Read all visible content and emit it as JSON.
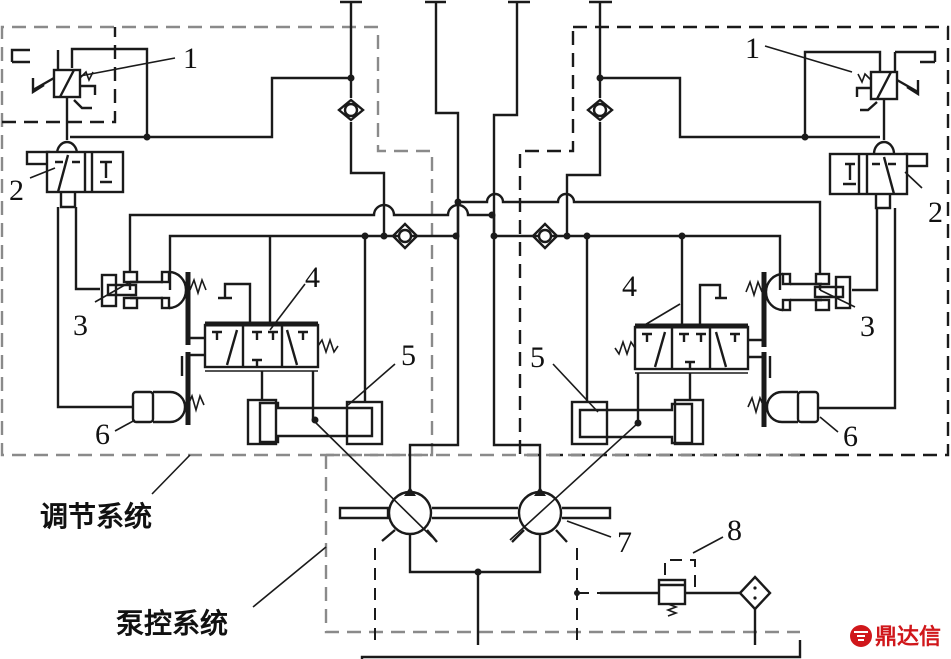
{
  "diagram": {
    "type": "hydraulic-schematic",
    "component_labels": [
      {
        "id": "1",
        "side": "left",
        "component": "solenoid-valve"
      },
      {
        "id": "1",
        "side": "right",
        "component": "solenoid-valve"
      },
      {
        "id": "2",
        "side": "left",
        "component": "directional-valve"
      },
      {
        "id": "2",
        "side": "right",
        "component": "directional-valve"
      },
      {
        "id": "3",
        "side": "left",
        "component": "actuator-cylinder"
      },
      {
        "id": "3",
        "side": "right",
        "component": "actuator-cylinder"
      },
      {
        "id": "4",
        "side": "left",
        "component": "three-position-valve"
      },
      {
        "id": "4",
        "side": "right",
        "component": "three-position-valve"
      },
      {
        "id": "5",
        "side": "left",
        "component": "servo-cylinder"
      },
      {
        "id": "5",
        "side": "right",
        "component": "servo-cylinder"
      },
      {
        "id": "6",
        "side": "left",
        "component": "spring-cylinder"
      },
      {
        "id": "6",
        "side": "right",
        "component": "spring-cylinder"
      },
      {
        "id": "7",
        "side": "center",
        "component": "variable-pumps"
      },
      {
        "id": "8",
        "side": "center",
        "component": "relief-valve"
      }
    ],
    "group_labels": {
      "regulation": "调节系统",
      "pump_control": "泵控系统"
    },
    "watermark": {
      "text": "鼎达信",
      "color": "#d0171b"
    }
  }
}
